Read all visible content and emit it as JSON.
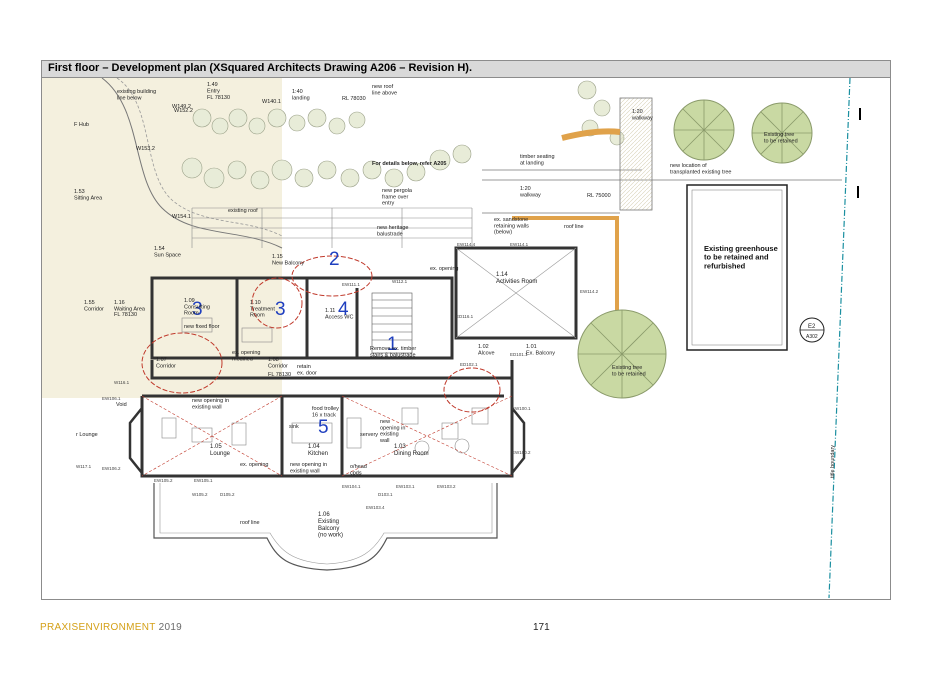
{
  "caption": "First floor – Development plan (XSquared Architects Drawing A206 – Revision H).",
  "footer": {
    "brand": "PRAXISENVIRONMENT",
    "year": "2019",
    "page": "171"
  },
  "colors": {
    "brand": "#d4a017",
    "marker_blue": "#1f3fbf",
    "marker_red": "#c0392b",
    "tree_green": "#c9d9a3",
    "sandstone": "#e0a24a"
  },
  "markers": [
    "1",
    "2",
    "3",
    "3",
    "4",
    "5"
  ],
  "plan": {
    "top_labels": {
      "entry": "1.49\nEntry",
      "landing": "1:40\nlanding",
      "existing_building_line": "existing building\nline below",
      "new_roof_line": "new roof\nline above",
      "rl_top": "RL 78030",
      "fl_top": "FL 78130",
      "for_details": "For details below, refer A205",
      "timber_seating": "timber seating\nat landing",
      "walkway_120_a": "1:20\nwalkway",
      "walkway_120_b": "1:20\nwalkway",
      "rl_mid": "RL 75000",
      "new_pergola": "new pergola\nframe over\nentry",
      "new_heritage": "new heritage\nbalustrade",
      "sandstone_walls": "ex. sandstone\nretaining walls\n(below)",
      "roof_line_top": "roof line",
      "existing_roof": "existing roof",
      "w152": "W152.2",
      "w153": "W153.2",
      "w154": "W154.1",
      "w149": "W149.2",
      "w140": "W140.1",
      "new_location": "new location of\ntransplanted existing tree",
      "existing_tree_top": "Existing tree\nto be retained",
      "greenhouse": "Existing greenhouse\nto be retained and\nrefurbished",
      "existing_tree_bottom": "Existing tree\nto be retained",
      "e2": "E2",
      "a302": "A302",
      "title_boundary": "title boundary",
      "hub": "F Hub"
    },
    "rooms": {
      "r153": "1.53\nSitting Area",
      "r154": "1.54\nSun Space",
      "r155": "1.55\nCorridor",
      "r116": "1.16\nWaiting Area",
      "r109": "1.09\nConsulting\nRoom",
      "r110": "1.10\nTreatment\nRoom",
      "r111": "1.11\nAccess WC",
      "r115": "1.15\nNew Balcony",
      "r114": "1.14\nActivities Room",
      "r102": "1.02\nAlcove",
      "r101": "1.01\nEx. Balcony",
      "r107": "1.07\nCorridor",
      "r108": "1.08\nCorridor",
      "r105": "1.05\nLounge",
      "r104": "1.04\nKitchen",
      "r103": "1.03\nDining Room",
      "r106": "1.06\nExisting\nBalcony\n(no work)",
      "lounge_left": "r Lounge",
      "void": "Void"
    },
    "notes": {
      "new_fixed_floor": "new fixed floor",
      "ex_opening_top": "ex. opening",
      "remove_balustrade": "Remove ex. timber\nstairs & balustrade",
      "retain_door": "retain\nex. door",
      "ex_opening_mid": "ex. opening\nmodified",
      "new_opening_corr": "new opening in\nexisting wall",
      "food_trolley": "food trolley\n16 x track",
      "sink": "sink",
      "servery": "servery",
      "new_opening_dining": "new\nopening in\nexisting\nwall",
      "ohead": "o/head\ncpds",
      "ex_opening_lounge": "ex. opening",
      "new_opening_kitchen": "new opening in\nexisting wall",
      "roof_line_bottom": "roof line",
      "fl_room": "FL 78130",
      "fl_corr": "FL 78130"
    },
    "tags": {
      "ew1111": "EW111.1",
      "ew1141": "EW114.1",
      "ew1142": "EW114.2",
      "ew1144": "EW114.4",
      "ew1061": "EW106.1",
      "ew1062": "EW106.2",
      "ew1001": "EW100.1",
      "ew1002": "EW100.2",
      "ew1052": "EW105.2",
      "ew1051": "EW105.1",
      "ew1031": "EW103.1",
      "ew1032": "EW103.2",
      "ew1034": "EW103.4",
      "ew1041": "EW104.1",
      "w1161": "W116.1",
      "w1171": "W117.1",
      "w1121": "W112.1",
      "d1161": "ED116.1",
      "d1021": "ED102.1",
      "d1011": "ED101.1",
      "d1052": "D105.2",
      "d1031": "D103.1",
      "w1052": "W105.2"
    }
  }
}
